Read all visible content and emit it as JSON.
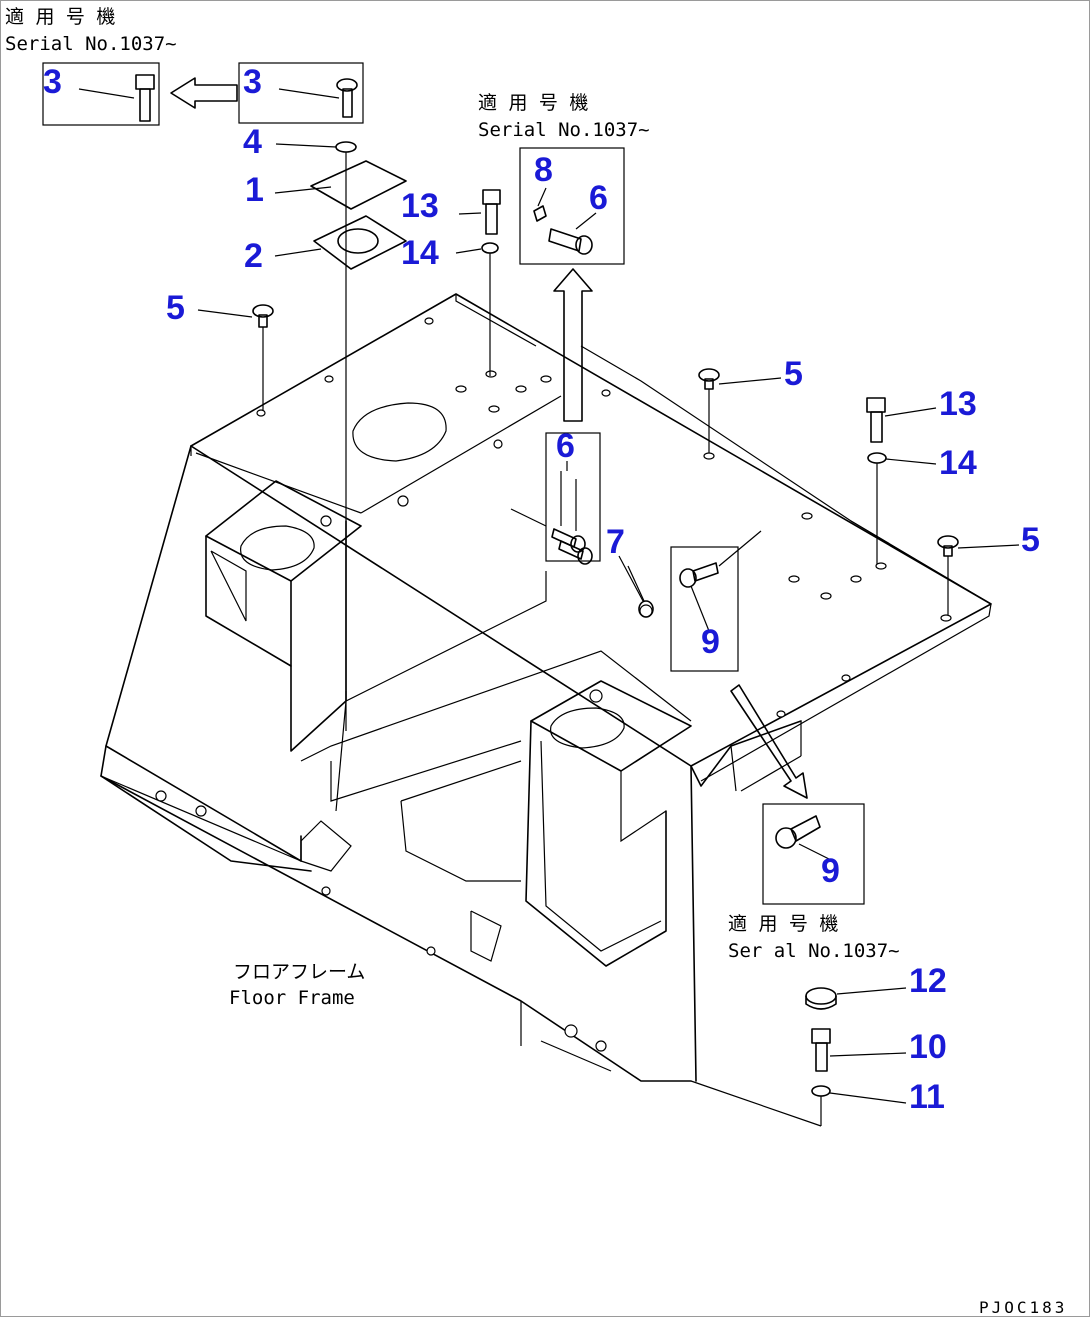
{
  "colors": {
    "callout": "#1a1ad6",
    "line": "#000000",
    "background": "#ffffff"
  },
  "notes": {
    "n1_jp": "適 用 号 機",
    "n1_en": "Serial No.1037~",
    "n2_jp": "適 用 号 機",
    "n2_en": "Serial No.1037~",
    "n3_jp": "適 用 号 機",
    "n3_en": "Ser al No.1037~"
  },
  "frame_label": {
    "jp": "フロアフレーム",
    "en": "Floor Frame"
  },
  "drawing_code": "PJOC183",
  "callouts": {
    "c3a": "3",
    "c3b": "3",
    "c4": "4",
    "c1": "1",
    "c2": "2",
    "c13a": "13",
    "c14a": "14",
    "c8": "8",
    "c6a": "6",
    "c5a": "5",
    "c5b": "5",
    "c13b": "13",
    "c14b": "14",
    "c6b": "6",
    "c7": "7",
    "c5c": "5",
    "c9a": "9",
    "c9b": "9",
    "c12": "12",
    "c10": "10",
    "c11": "11"
  }
}
